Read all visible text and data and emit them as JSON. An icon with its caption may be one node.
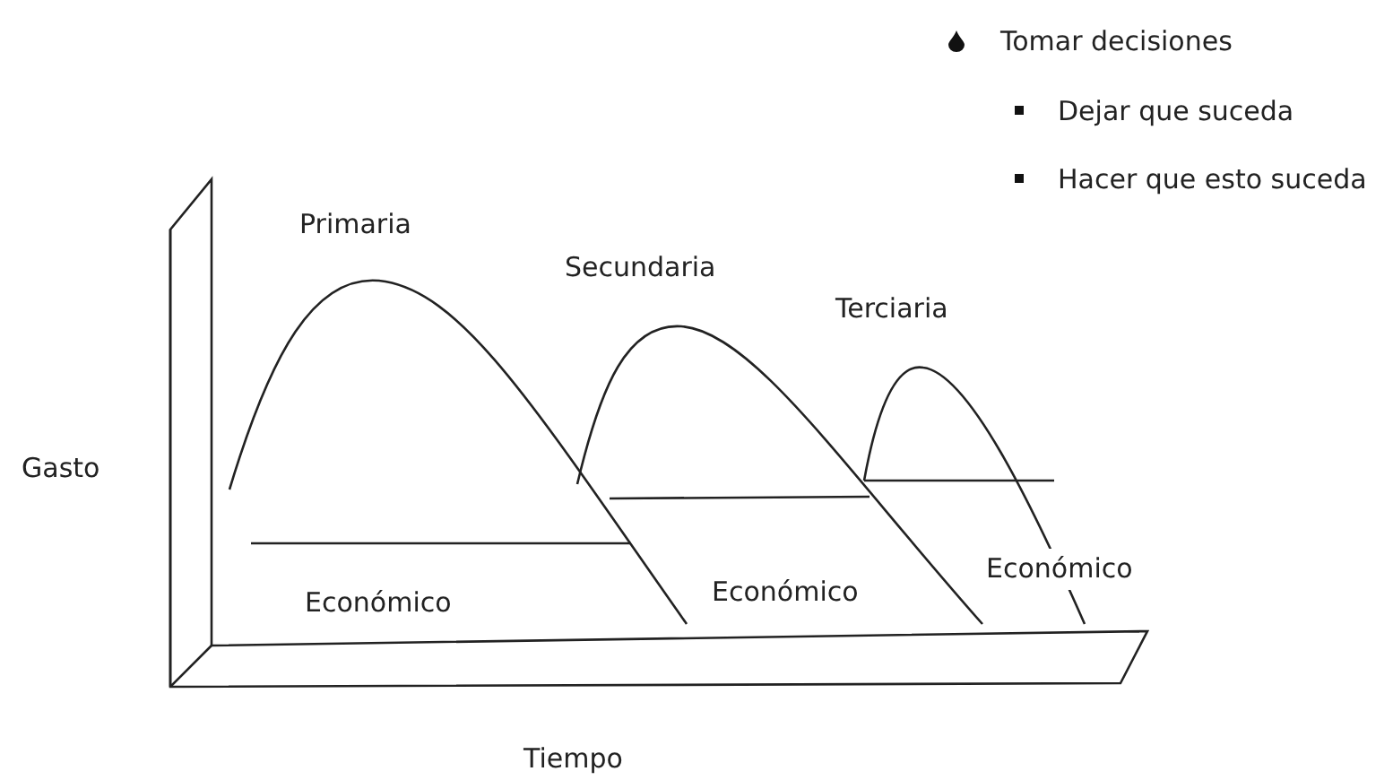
{
  "diagram": {
    "labels": [
      "Tomar decisiones",
      "Dejar que suceda",
      "Hacer que esto suceda",
      "Primaria",
      "Secundaria",
      "Terciaria",
      "Gasto",
      "Económico",
      "Económico",
      "Económico",
      "Tiempo"
    ]
  }
}
